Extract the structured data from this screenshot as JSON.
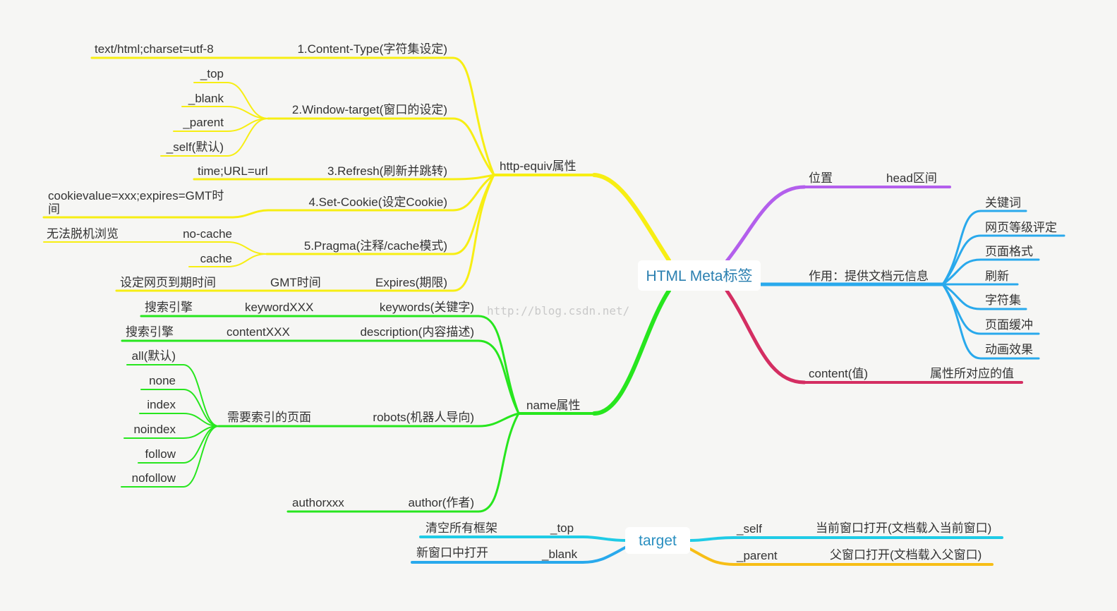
{
  "colors": {
    "yellow": "#f7ee13",
    "green": "#27e61e",
    "purple": "#b35fec",
    "blue": "#29a9ec",
    "crimson": "#d42e62",
    "cyan": "#1fcbe6",
    "orange": "#f7be16",
    "root_text": "#2a7fb0"
  },
  "root": {
    "label": "HTML Meta标签"
  },
  "watermark": "http://blog.csdn.net/",
  "http_equiv": {
    "label": "http-equiv属性",
    "content_type": {
      "label": "1.Content-Type(字符集设定)",
      "value": "text/html;charset=utf-8"
    },
    "window_target": {
      "label": "2.Window-target(窗口的设定)",
      "options": [
        "_top",
        "_blank",
        "_parent",
        "_self(默认)"
      ]
    },
    "refresh": {
      "label": "3.Refresh(刷新并跳转)",
      "value": "time;URL=url"
    },
    "set_cookie": {
      "label": "4.Set-Cookie(设定Cookie)",
      "value_line1": "cookievalue=xxx;expires=GMT时",
      "value_line2": "间"
    },
    "pragma": {
      "label": "5.Pragma(注释/cache模式)",
      "no_cache": "no-cache",
      "no_cache_note": "无法脱机浏览",
      "cache": "cache"
    },
    "expires": {
      "label": "Expires(期限)",
      "value": "GMT时间",
      "note": "设定网页到期时间"
    }
  },
  "name_attr": {
    "label": "name属性",
    "keywords": {
      "label": "keywords(关键字)",
      "value": "keywordXXX",
      "note": "搜索引擎"
    },
    "description": {
      "label": "description(内容描述)",
      "value": "contentXXX",
      "note": "搜索引擎"
    },
    "robots": {
      "label": "robots(机器人导向)",
      "value": "需要索引的页面",
      "options": [
        "all(默认)",
        "none",
        "index",
        "noindex",
        "follow",
        "nofollow"
      ]
    },
    "author": {
      "label": "author(作者)",
      "value": "authorxxx"
    }
  },
  "position": {
    "label": "位置",
    "value": "head区间"
  },
  "purpose": {
    "label": "作用：提供文档元信息",
    "items": [
      "关键词",
      "网页等级评定",
      "页面格式",
      "刷新",
      "字符集",
      "页面缓冲",
      "动画效果"
    ]
  },
  "content": {
    "label": "content(值)",
    "value": "属性所对应的值"
  },
  "target": {
    "label": "target",
    "top": {
      "label": "_top",
      "note": "清空所有框架"
    },
    "blank": {
      "label": "_blank",
      "note": "新窗口中打开"
    },
    "self": {
      "label": "_self",
      "note": "当前窗口打开(文档载入当前窗口)"
    },
    "parent": {
      "label": "_parent",
      "note": "父窗口打开(文档载入父窗口)"
    }
  }
}
